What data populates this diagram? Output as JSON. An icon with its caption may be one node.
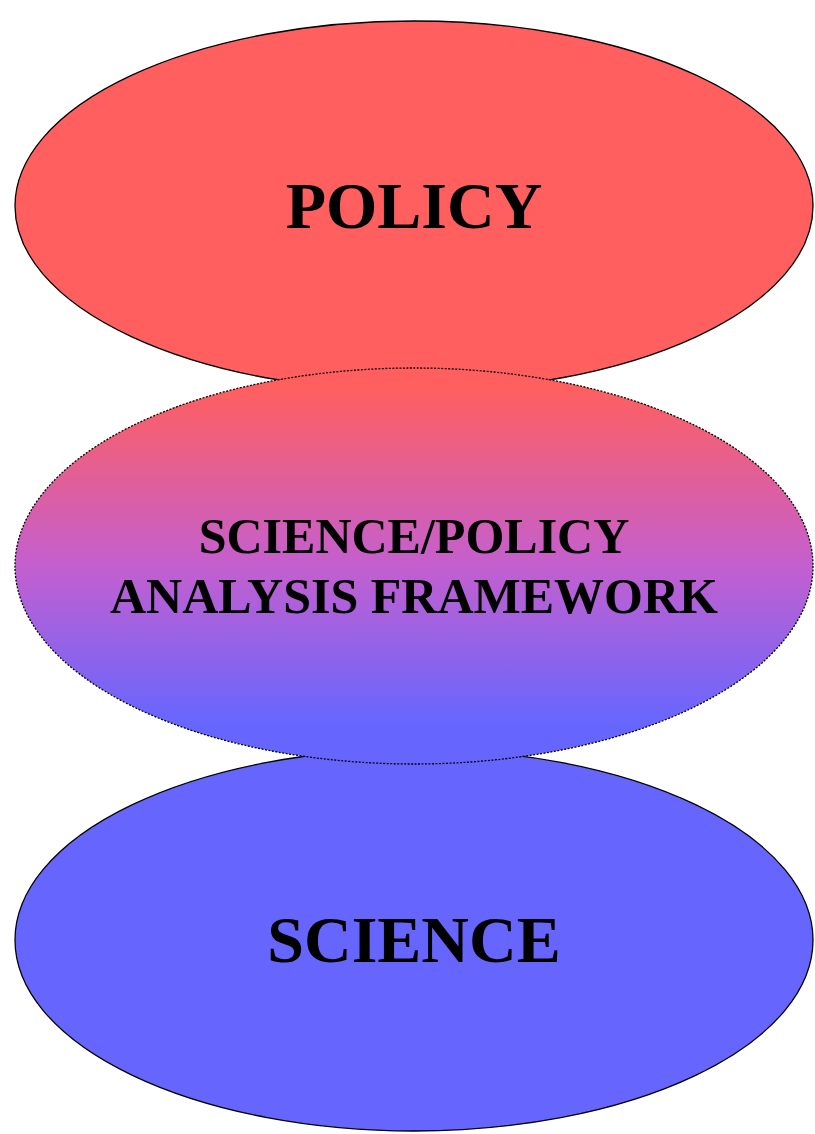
{
  "diagram": {
    "nodes": [
      {
        "text": [
          "POLICY"
        ]
      },
      {
        "text": [
          "SCIENCE/POLICY ANALYSIS FRAMEWORK"
        ]
      },
      {
        "text": [
          "SCIENCE"
        ]
      }
    ]
  }
}
